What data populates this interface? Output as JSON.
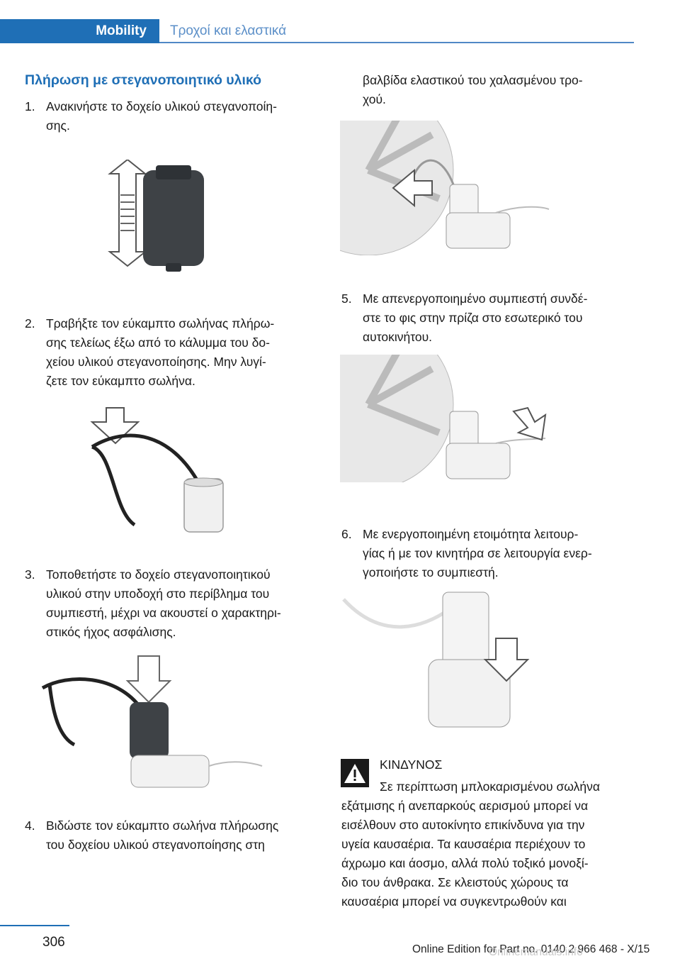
{
  "header": {
    "chapter": "Mobility",
    "section": "Τροχοί και ελαστικά"
  },
  "title": "Πλήρωση με στεγανοποιητικό υλικό",
  "steps": [
    {
      "num": "1.",
      "lines": [
        "Ανακινήστε το δοχείο υλικού στεγανοποίη-",
        "σης."
      ]
    },
    {
      "num": "2.",
      "lines": [
        "Τραβήξτε τον εύκαμπτο σωλήνας πλήρω-",
        "σης τελείως έξω από το κάλυμμα του δο-",
        "χείου υλικού στεγανοποίησης. Μην λυγί-",
        "ζετε τον εύκαμπτο σωλήνα."
      ]
    },
    {
      "num": "3.",
      "lines": [
        "Τοποθετήστε το δοχείο στεγανοποιητικού",
        "υλικού στην υποδοχή στο περίβλημα του",
        "συμπιεστή, μέχρι να ακουστεί ο χαρακτηρι-",
        "στικός ήχος ασφάλισης."
      ]
    },
    {
      "num": "4.",
      "lines": [
        "Βιδώστε τον εύκαμπτο σωλήνα πλήρωσης",
        "του δοχείου υλικού στεγανοποίησης στη"
      ]
    },
    {
      "cont": [
        "βαλβίδα ελαστικού του χαλασμένου τρο-",
        "χού."
      ]
    },
    {
      "num": "5.",
      "lines": [
        "Με απενεργοποιημένο συμπιεστή συνδέ-",
        "στε το φις στην πρίζα στο εσωτερικό του",
        "αυτοκινήτου."
      ]
    },
    {
      "num": "6.",
      "lines": [
        "Με ενεργοποιημένη ετοιμότητα λειτουρ-",
        "γίας ή με τον κινητήρα σε λειτουργία ενερ-",
        "γοποιήστε το συμπιεστή."
      ]
    }
  ],
  "warning": {
    "heading": "ΚΙΝΔΥΝΟΣ",
    "lines": [
      "Σε περίπτωση μπλοκαρισμένου σωλήνα",
      "εξάτμισης ή ανεπαρκούς αερισμού μπορεί να",
      "εισέλθουν στο αυτοκίνητο επικίνδυνα για την",
      "υγεία καυσαέρια. Τα καυσαέρια περιέχουν το",
      "άχρωμο και άοσμο, αλλά πολύ τοξικό μονοξί-",
      "διο του άνθρακα. Σε κλειστούς χώρους τα",
      "καυσαέρια μπορεί να συγκεντρωθούν και"
    ]
  },
  "footer": {
    "page": "306",
    "edition": "Online Edition for Part no. 0140 2 966 468 - X/15",
    "watermark": "Onlinemanuals.info"
  }
}
